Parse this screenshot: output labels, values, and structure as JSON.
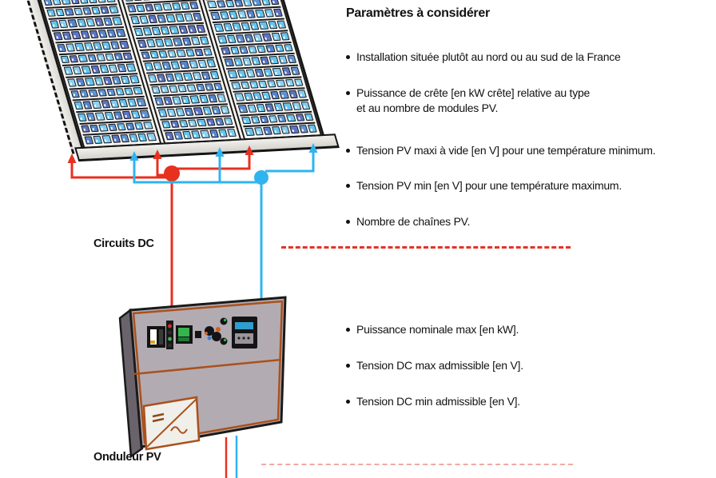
{
  "labels": {
    "circuits_dc": "Circuits DC",
    "onduleur_pv": "Onduleur PV"
  },
  "params": {
    "title": "Paramètres à considérer",
    "top_bullets": [
      "Installation située plutôt au nord ou au sud de la France",
      "Puissance de crête [en kW crête] relative au type\net au nombre de modules PV.",
      "Tension PV maxi à vide [en V] pour une température minimum.",
      "Tension PV min [en V] pour une température maximum.",
      "Nombre de chaînes PV."
    ],
    "inverter_bullets": [
      "Puissance nominale max [en kW].",
      "Tension DC max admissible [en V].",
      "Tension DC min admissible [en V]."
    ]
  },
  "colors": {
    "wire_red": "#e8301f",
    "wire_blue": "#2fb4f0",
    "dash_red": "#e13426",
    "dash_pink": "#f2a9a5",
    "inv_body": "#b3abb2",
    "inv_side": "#6a636b",
    "inv_border": "#a9511d",
    "text": "#121212"
  },
  "pv": {
    "panel_count": 3,
    "rows": 16,
    "cols": 8,
    "cell_palette": [
      "#66c4ee",
      "#5f93d4",
      "#5d74c2",
      "#7fcdf2",
      "#66c4ee",
      "#5584cc",
      "#8cd2f2",
      "#66c4ee"
    ]
  }
}
